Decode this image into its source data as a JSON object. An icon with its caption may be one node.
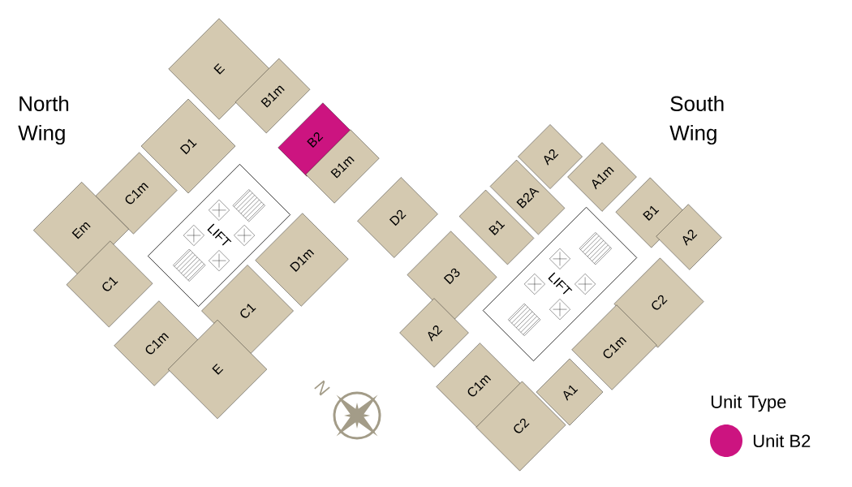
{
  "diagram": {
    "nodes": [
      {
        "text": [
          "E"
        ]
      },
      {
        "text": [
          "B1m"
        ]
      },
      {
        "text": [
          "B2"
        ]
      },
      {
        "text": [
          "B1m"
        ]
      },
      {
        "text": [
          "D1"
        ]
      },
      {
        "text": [
          "C1m"
        ]
      },
      {
        "text": [
          "Em"
        ]
      },
      {
        "text": [
          "LIFT"
        ]
      },
      {
        "text": [
          "C1"
        ]
      },
      {
        "text": [
          "D1m"
        ]
      },
      {
        "text": [
          "C1"
        ]
      },
      {
        "text": [
          "C1m"
        ]
      },
      {
        "text": [
          "E"
        ]
      },
      {
        "text": [
          "A2"
        ]
      },
      {
        "text": [
          "B2A"
        ]
      },
      {
        "text": [
          "A1m"
        ]
      },
      {
        "text": [
          "B1"
        ]
      },
      {
        "text": [
          "D2"
        ]
      },
      {
        "text": [
          "B1"
        ]
      },
      {
        "text": [
          "A2"
        ]
      },
      {
        "text": [
          "D3"
        ]
      },
      {
        "text": [
          "LIFT"
        ]
      },
      {
        "text": [
          "C2"
        ]
      },
      {
        "text": [
          "A2"
        ]
      },
      {
        "text": [
          "C1m"
        ]
      },
      {
        "text": [
          "C1m"
        ]
      },
      {
        "text": [
          "A1"
        ]
      },
      {
        "text": [
          "C2"
        ]
      }
    ],
    "labels": [
      "North Wing",
      "South Wing",
      "N",
      "Unit Type"
    ],
    "legend": [
      {
        "text": "Unit B2",
        "color": "#cc1480"
      }
    ]
  }
}
